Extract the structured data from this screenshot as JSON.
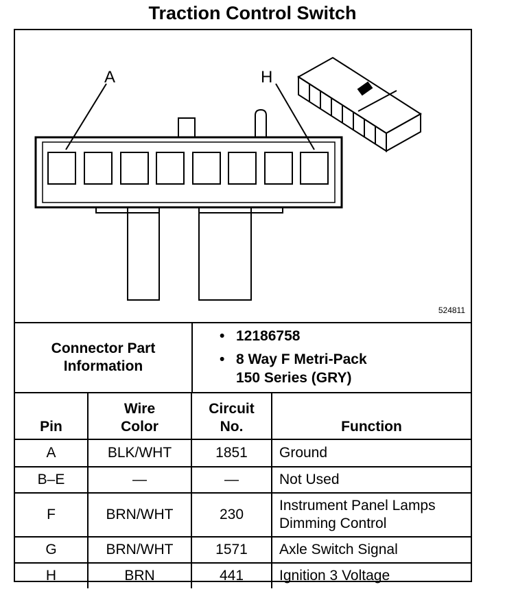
{
  "title": "Traction Control Switch",
  "figure": {
    "label_a": "A",
    "label_h": "H",
    "figure_id": "524811"
  },
  "connector_info": {
    "heading_line1": "Connector Part",
    "heading_line2": "Information",
    "part_number": "12186758",
    "description_line1": "8 Way F Metri-Pack",
    "description_line2": "150 Series (GRY)"
  },
  "table": {
    "headers": {
      "pin": "Pin",
      "wire_color_line1": "Wire",
      "wire_color_line2": "Color",
      "circuit_line1": "Circuit",
      "circuit_line2": "No.",
      "function": "Function"
    },
    "rows": [
      {
        "pin": "A",
        "wire_color": "BLK/WHT",
        "circuit": "1851",
        "function_line1": "Ground",
        "function_line2": ""
      },
      {
        "pin": "B–E",
        "wire_color": "—",
        "circuit": "—",
        "function_line1": "Not Used",
        "function_line2": ""
      },
      {
        "pin": "F",
        "wire_color": "BRN/WHT",
        "circuit": "230",
        "function_line1": "Instrument Panel Lamps",
        "function_line2": "Dimming Control"
      },
      {
        "pin": "G",
        "wire_color": "BRN/WHT",
        "circuit": "1571",
        "function_line1": "Axle Switch Signal",
        "function_line2": ""
      },
      {
        "pin": "H",
        "wire_color": "BRN",
        "circuit": "441",
        "function_line1": "Ignition 3 Voltage",
        "function_line2": ""
      }
    ]
  }
}
